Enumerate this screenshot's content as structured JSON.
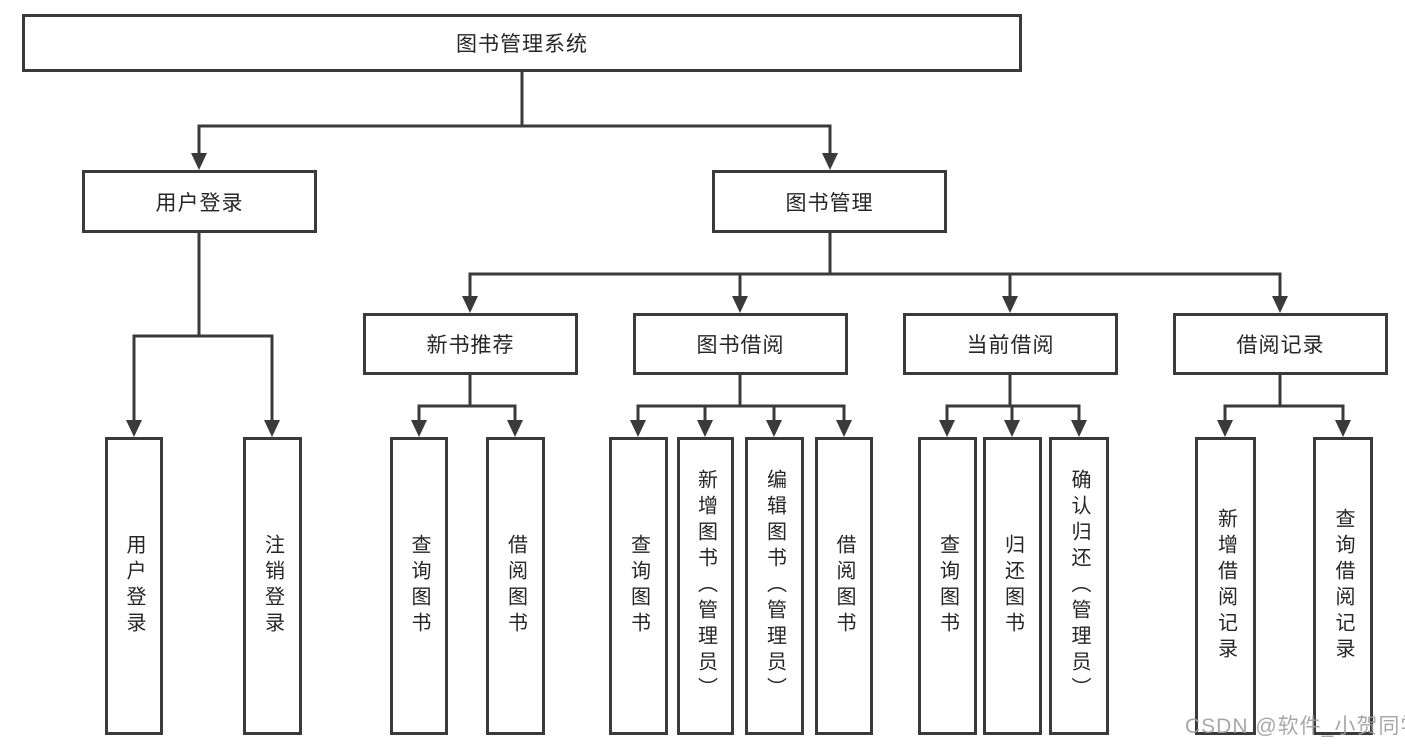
{
  "watermark": "CSDN @软件_小贺同学",
  "colors": {
    "line": "#3a3a3a",
    "box_border": "#3a3a3a",
    "text": "#262626",
    "background": "#ffffff",
    "watermark": "#9e9e9e"
  },
  "tree": {
    "label": "图书管理系统",
    "children": [
      {
        "label": "用户登录",
        "children": [
          {
            "label": "用户登录"
          },
          {
            "label": "注销登录"
          }
        ]
      },
      {
        "label": "图书管理",
        "children": [
          {
            "label": "新书推荐",
            "children": [
              {
                "label": "查询图书"
              },
              {
                "label": "借阅图书"
              }
            ]
          },
          {
            "label": "图书借阅",
            "children": [
              {
                "label": "查询图书"
              },
              {
                "label": "新增图书（管理员）"
              },
              {
                "label": "编辑图书（管理员）"
              },
              {
                "label": "借阅图书"
              }
            ]
          },
          {
            "label": "当前借阅",
            "children": [
              {
                "label": "查询图书"
              },
              {
                "label": "归还图书"
              },
              {
                "label": "确认归还（管理员）"
              }
            ]
          },
          {
            "label": "借阅记录",
            "children": [
              {
                "label": "新增借阅记录"
              },
              {
                "label": "查询借阅记录"
              }
            ]
          }
        ]
      }
    ]
  }
}
